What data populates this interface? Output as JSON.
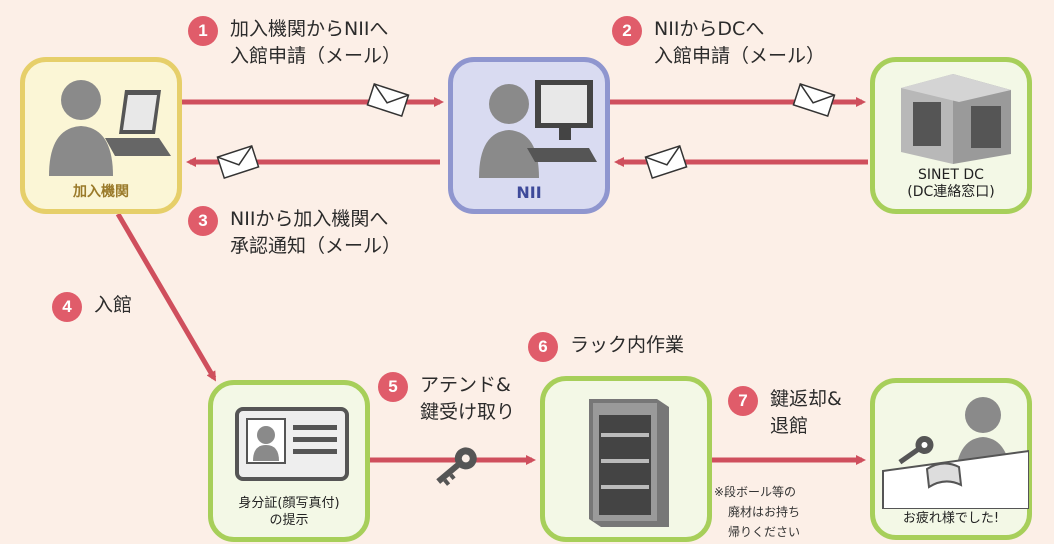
{
  "steps": [
    {
      "num": "1",
      "line1": "加入機関からNIIへ",
      "line2": "入館申請（メール）"
    },
    {
      "num": "2",
      "line1": "NIIからDCへ",
      "line2": "入館申請（メール）"
    },
    {
      "num": "3",
      "line1": "NIIから加入機関へ",
      "line2": "承認通知（メール）"
    },
    {
      "num": "4",
      "line1": "入館"
    },
    {
      "num": "5",
      "line1": "アテンド&",
      "line2": "鍵受け取り"
    },
    {
      "num": "6",
      "line1": "ラック内作業"
    },
    {
      "num": "7",
      "line1": "鍵返却&",
      "line2": "退館"
    }
  ],
  "nodes": {
    "member": {
      "label": "加入機関"
    },
    "nii": {
      "label": "NII"
    },
    "dc": {
      "label1": "SINET DC",
      "label2": "(DC連絡窓口)"
    },
    "id": {
      "label1": "身分証(顔写真付)",
      "label2": "の提示"
    },
    "rack": {
      "label": ""
    },
    "done": {
      "label": "お疲れ様でした!"
    }
  },
  "note": {
    "line1": "※段ボール等の",
    "line2": "廃材はお持ち",
    "line3": "帰りください"
  },
  "colors": {
    "arrow": "#cf4f5d",
    "badge": "#e05c6a",
    "background": "#fcefe7"
  }
}
